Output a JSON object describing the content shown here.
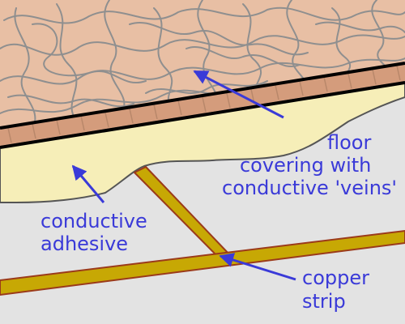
{
  "colors": {
    "background": "#e3e3e3",
    "floor_covering": "#e8bfa4",
    "fibers": "#8f8f8f",
    "edge_band": "#d49c7c",
    "adhesive": "#f6eeb8",
    "copper_fill": "#c7a804",
    "copper_edge": "#9b3a1a",
    "outline": "#000000",
    "label_text": "#3a3ad8",
    "arrow": "#3a3ad8"
  },
  "labels": {
    "floor_covering": [
      "floor",
      "covering with",
      "conductive 'veins'"
    ],
    "adhesive": [
      "conductive",
      "adhesive"
    ],
    "copper": [
      "copper",
      "strip"
    ]
  }
}
